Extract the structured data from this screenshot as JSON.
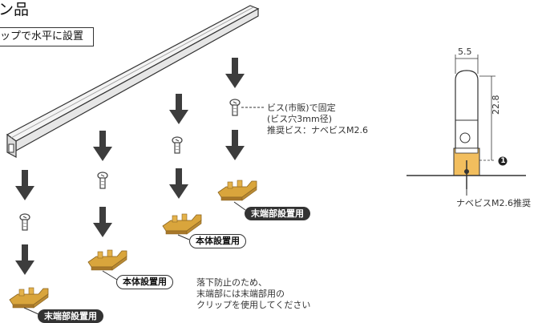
{
  "header": {
    "title": "ン品",
    "subtitle": "ップで水平に設置"
  },
  "screw_note": {
    "line1": "ビス(市販)で固定",
    "line2": "(ビス穴3mm径)",
    "line3": "推奨ビス：ナベビスM2.6"
  },
  "labels": {
    "end_mount_right": "末端部設置用",
    "body_mount_mid": "本体設置用",
    "body_mount_left": "本体設置用",
    "end_mount_left": "末端部設置用"
  },
  "caution": {
    "line1": "落下防止のため、",
    "line2": "末端部には末端部用の",
    "line3": "クリップを使用してください"
  },
  "detail": {
    "width_label": "5.5",
    "height_label": "22.8",
    "marker": "1",
    "screw_caption": "ナベビスM2.6推奨"
  },
  "colors": {
    "clip": "#d9a53c",
    "clip_dark": "#a8782a",
    "arrow": "#3d3d3d"
  }
}
